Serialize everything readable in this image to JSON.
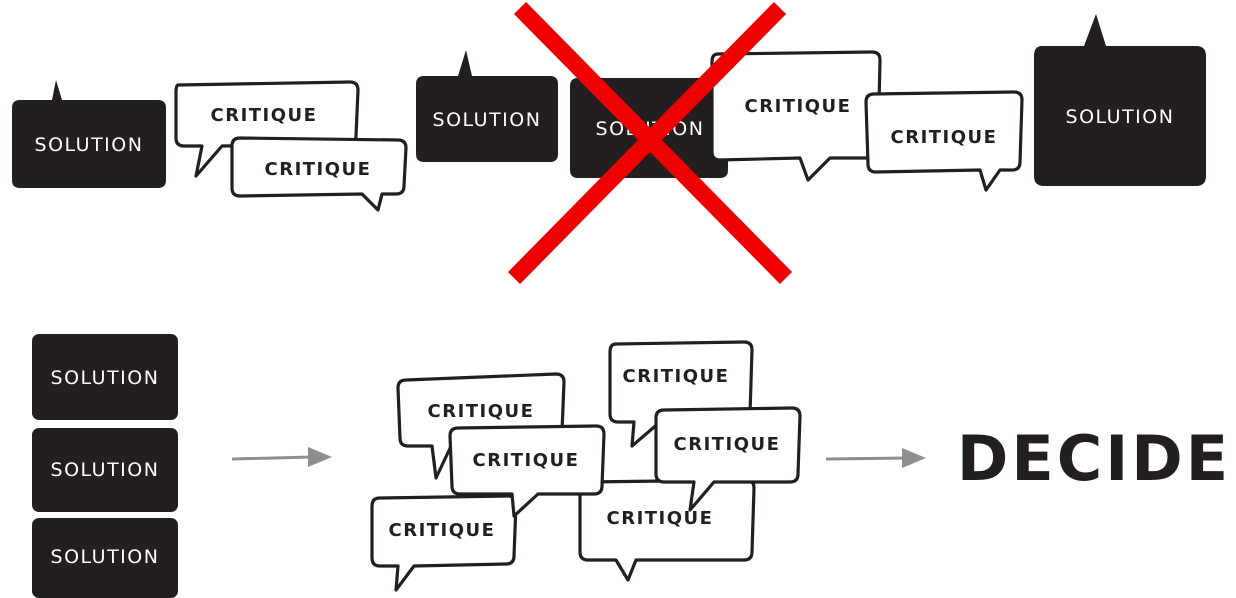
{
  "colors": {
    "ink": "#231f20",
    "paper": "#ffffff",
    "cross": "#ee0000",
    "arrow": "#8e8e8e"
  },
  "labels": {
    "solution": "SOLUTION",
    "critique": "CRITIQUE",
    "decide": "DECIDE"
  },
  "top_row": {
    "crossed_out": true,
    "sequence": [
      "SOLUTION",
      "CRITIQUE",
      "CRITIQUE",
      "SOLUTION",
      "SOLUTION",
      "CRITIQUE",
      "CRITIQUE",
      "SOLUTION"
    ]
  },
  "bottom_row": {
    "solutions": [
      "SOLUTION",
      "SOLUTION",
      "SOLUTION"
    ],
    "critiques": [
      "CRITIQUE",
      "CRITIQUE",
      "CRITIQUE",
      "CRITIQUE",
      "CRITIQUE",
      "CRITIQUE"
    ],
    "decision": "DECIDE"
  }
}
